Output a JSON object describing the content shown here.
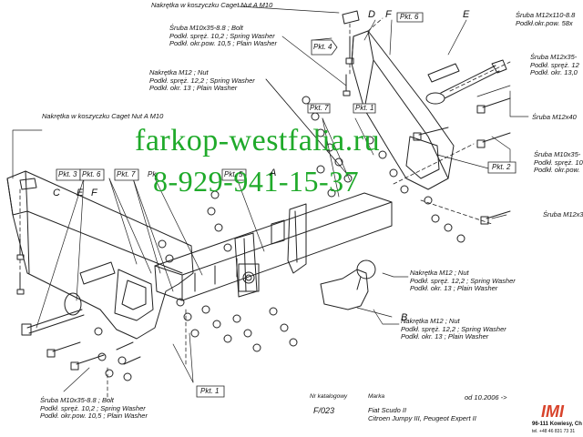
{
  "watermark": {
    "site": "farkop-westfalia.ru",
    "phone": "8-929-941-15-37",
    "color": "#1faa2a"
  },
  "labels": {
    "caget_top": "Nakrętka w koszyczku Caget Nut A M10",
    "bolt_top": [
      "Śruba M10x35-8.8 ;  Bolt",
      "Podkł. spręż. 10,2 ; Spring Washer",
      "Podkł. okr.pow.  10,5 ; Plain Washer"
    ],
    "nut_top": [
      "Nakrętka  M12 ; Nut",
      "Podkł. spręż. 12,2 ; Spring Washer",
      "Podkł. okr. 13 ; Plain Washer"
    ],
    "caget_left": "Nakrętka w koszyczku Caget Nut A M10",
    "bolt_tr": [
      "Śruba M12x110-8.8",
      "Podkł.okr.pow. 58x"
    ],
    "bolt_r1": [
      "Śruba M12x35-",
      "Podkł. spręż. 12",
      "Podkł. okr. 13,0"
    ],
    "bolt_r2": "Śruba M12x40",
    "bolt_r3": [
      "Śruba M10x35-",
      "Podkł. spręż. 10",
      "Podkł. okr.pow."
    ],
    "bolt_r4": "Śruba M12x3",
    "nut_r": [
      "Nakrętka  M12 ; Nut",
      "Podkł. spręż. 12,2 ; Spring Washer",
      "Podkł. okr. 13 ; Plain Washer"
    ],
    "nut_b": [
      "Nakrętka  M12 ; Nut",
      "Podkł. spręż. 12,2 ; Spring Washer",
      "Podkł. okr. 13 ; Plain Washer"
    ],
    "bolt_bl": [
      "Śruba M10x35-8.8 ;  Bolt",
      "Podkł. spręż. 10,2 ; Spring Washer",
      "Podkł. okr.pow.  10,5 ; Plain Washer"
    ]
  },
  "pkt": {
    "p4": "Pkt. 4",
    "p6_top": "Pkt. 6",
    "p7_top": "Pkt. 7",
    "p1_top": "Pkt. 1",
    "p2": "Pkt. 2",
    "p3": "Pkt. 3",
    "p6_left": "Pkt. 6",
    "p7_left": "Pkt. 7",
    "p_mid": "Pk",
    "p5": "Pkt. 5",
    "p1_bottom": "Pkt. 1"
  },
  "letters": {
    "D": "D",
    "F_top": "F",
    "E_top": "E",
    "C": "C",
    "E_left": "E",
    "F_left": "F",
    "A": "A",
    "B": "B"
  },
  "footer": {
    "catalog_label": "Nr katalogowy",
    "catalog_no": "F/023",
    "brand_label": "Marka",
    "model_1": "Fiat Scudo II",
    "model_2": "Citroen Jumpy III, Peugeot Expert II",
    "date": "od  10.2006  ->",
    "logo": "IMI",
    "address": "96-111 Kowiesy, Ch",
    "tel": "tel. +48 46 831 73 31"
  }
}
